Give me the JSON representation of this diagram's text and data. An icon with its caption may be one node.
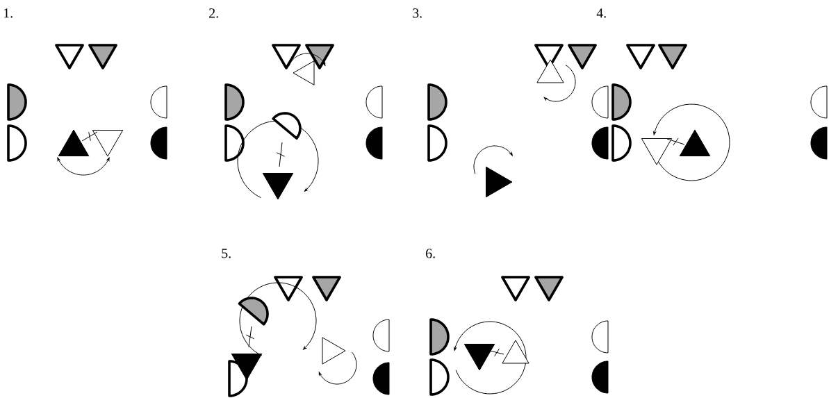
{
  "diagram": {
    "labels": [
      "1.",
      "2.",
      "3.",
      "4.",
      "5.",
      "6."
    ]
  }
}
